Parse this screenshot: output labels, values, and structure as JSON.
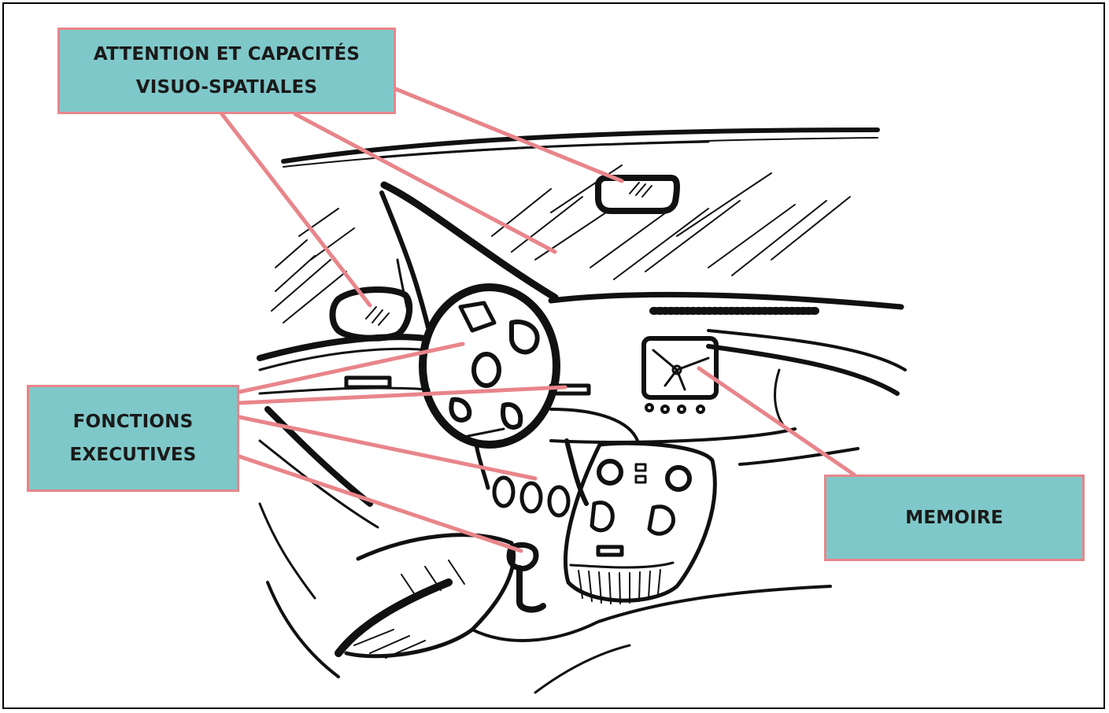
{
  "labels": {
    "attention": {
      "line1": "ATTENTION ET CAPACITÉS",
      "line2": "VISUO-SPATIALES"
    },
    "fonctions": {
      "line1": "FONCTIONS",
      "line2": "EXECUTIVES"
    },
    "memoire": {
      "text": "MEMOIRE"
    }
  },
  "colors": {
    "box_fill": "#7fc8c9",
    "box_border": "#e8858a",
    "connector": "#e8858a",
    "ink": "#111111"
  },
  "illustration": {
    "subject": "car-dashboard-sketch",
    "parts": [
      "windshield",
      "rearview-mirror",
      "side-mirror",
      "steering-wheel",
      "gps-screen",
      "center-console",
      "gear-shift",
      "seat"
    ]
  }
}
